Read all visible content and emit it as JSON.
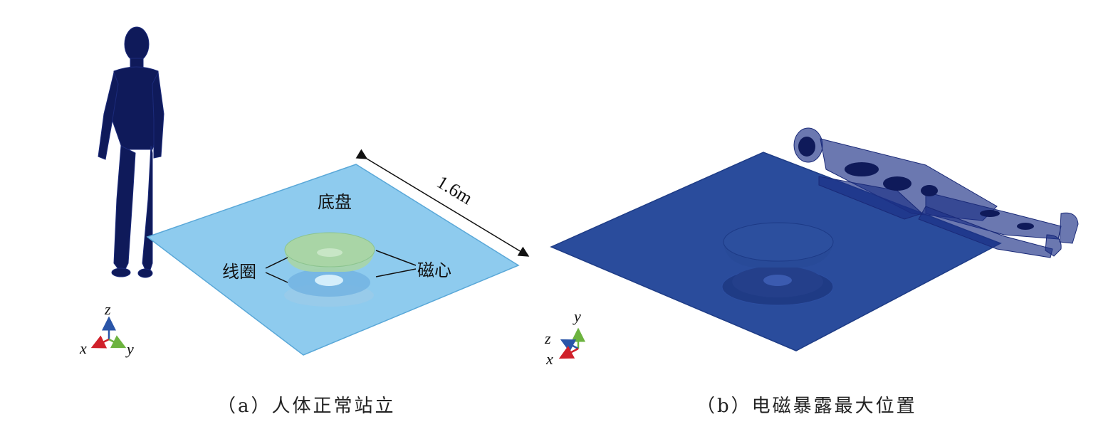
{
  "panel_a": {
    "caption": "（a）人体正常站立",
    "label_chassis": "底盘",
    "label_coil": "线圈",
    "label_core": "磁心",
    "dimension": "1.6m",
    "axes": {
      "x": "x",
      "y": "y",
      "z": "z"
    }
  },
  "panel_b": {
    "caption": "（b）电磁暴露最大位置",
    "axes": {
      "x": "x",
      "y": "y",
      "z": "z"
    }
  },
  "colors": {
    "plate_a": "#8ecbee",
    "plate_b": "#2a4c9c",
    "body": "#0f1a5a",
    "coil_green": "#a9d5a6",
    "axis_x": "#d0202a",
    "axis_y": "#6cb33f",
    "axis_z": "#2a55a8"
  }
}
